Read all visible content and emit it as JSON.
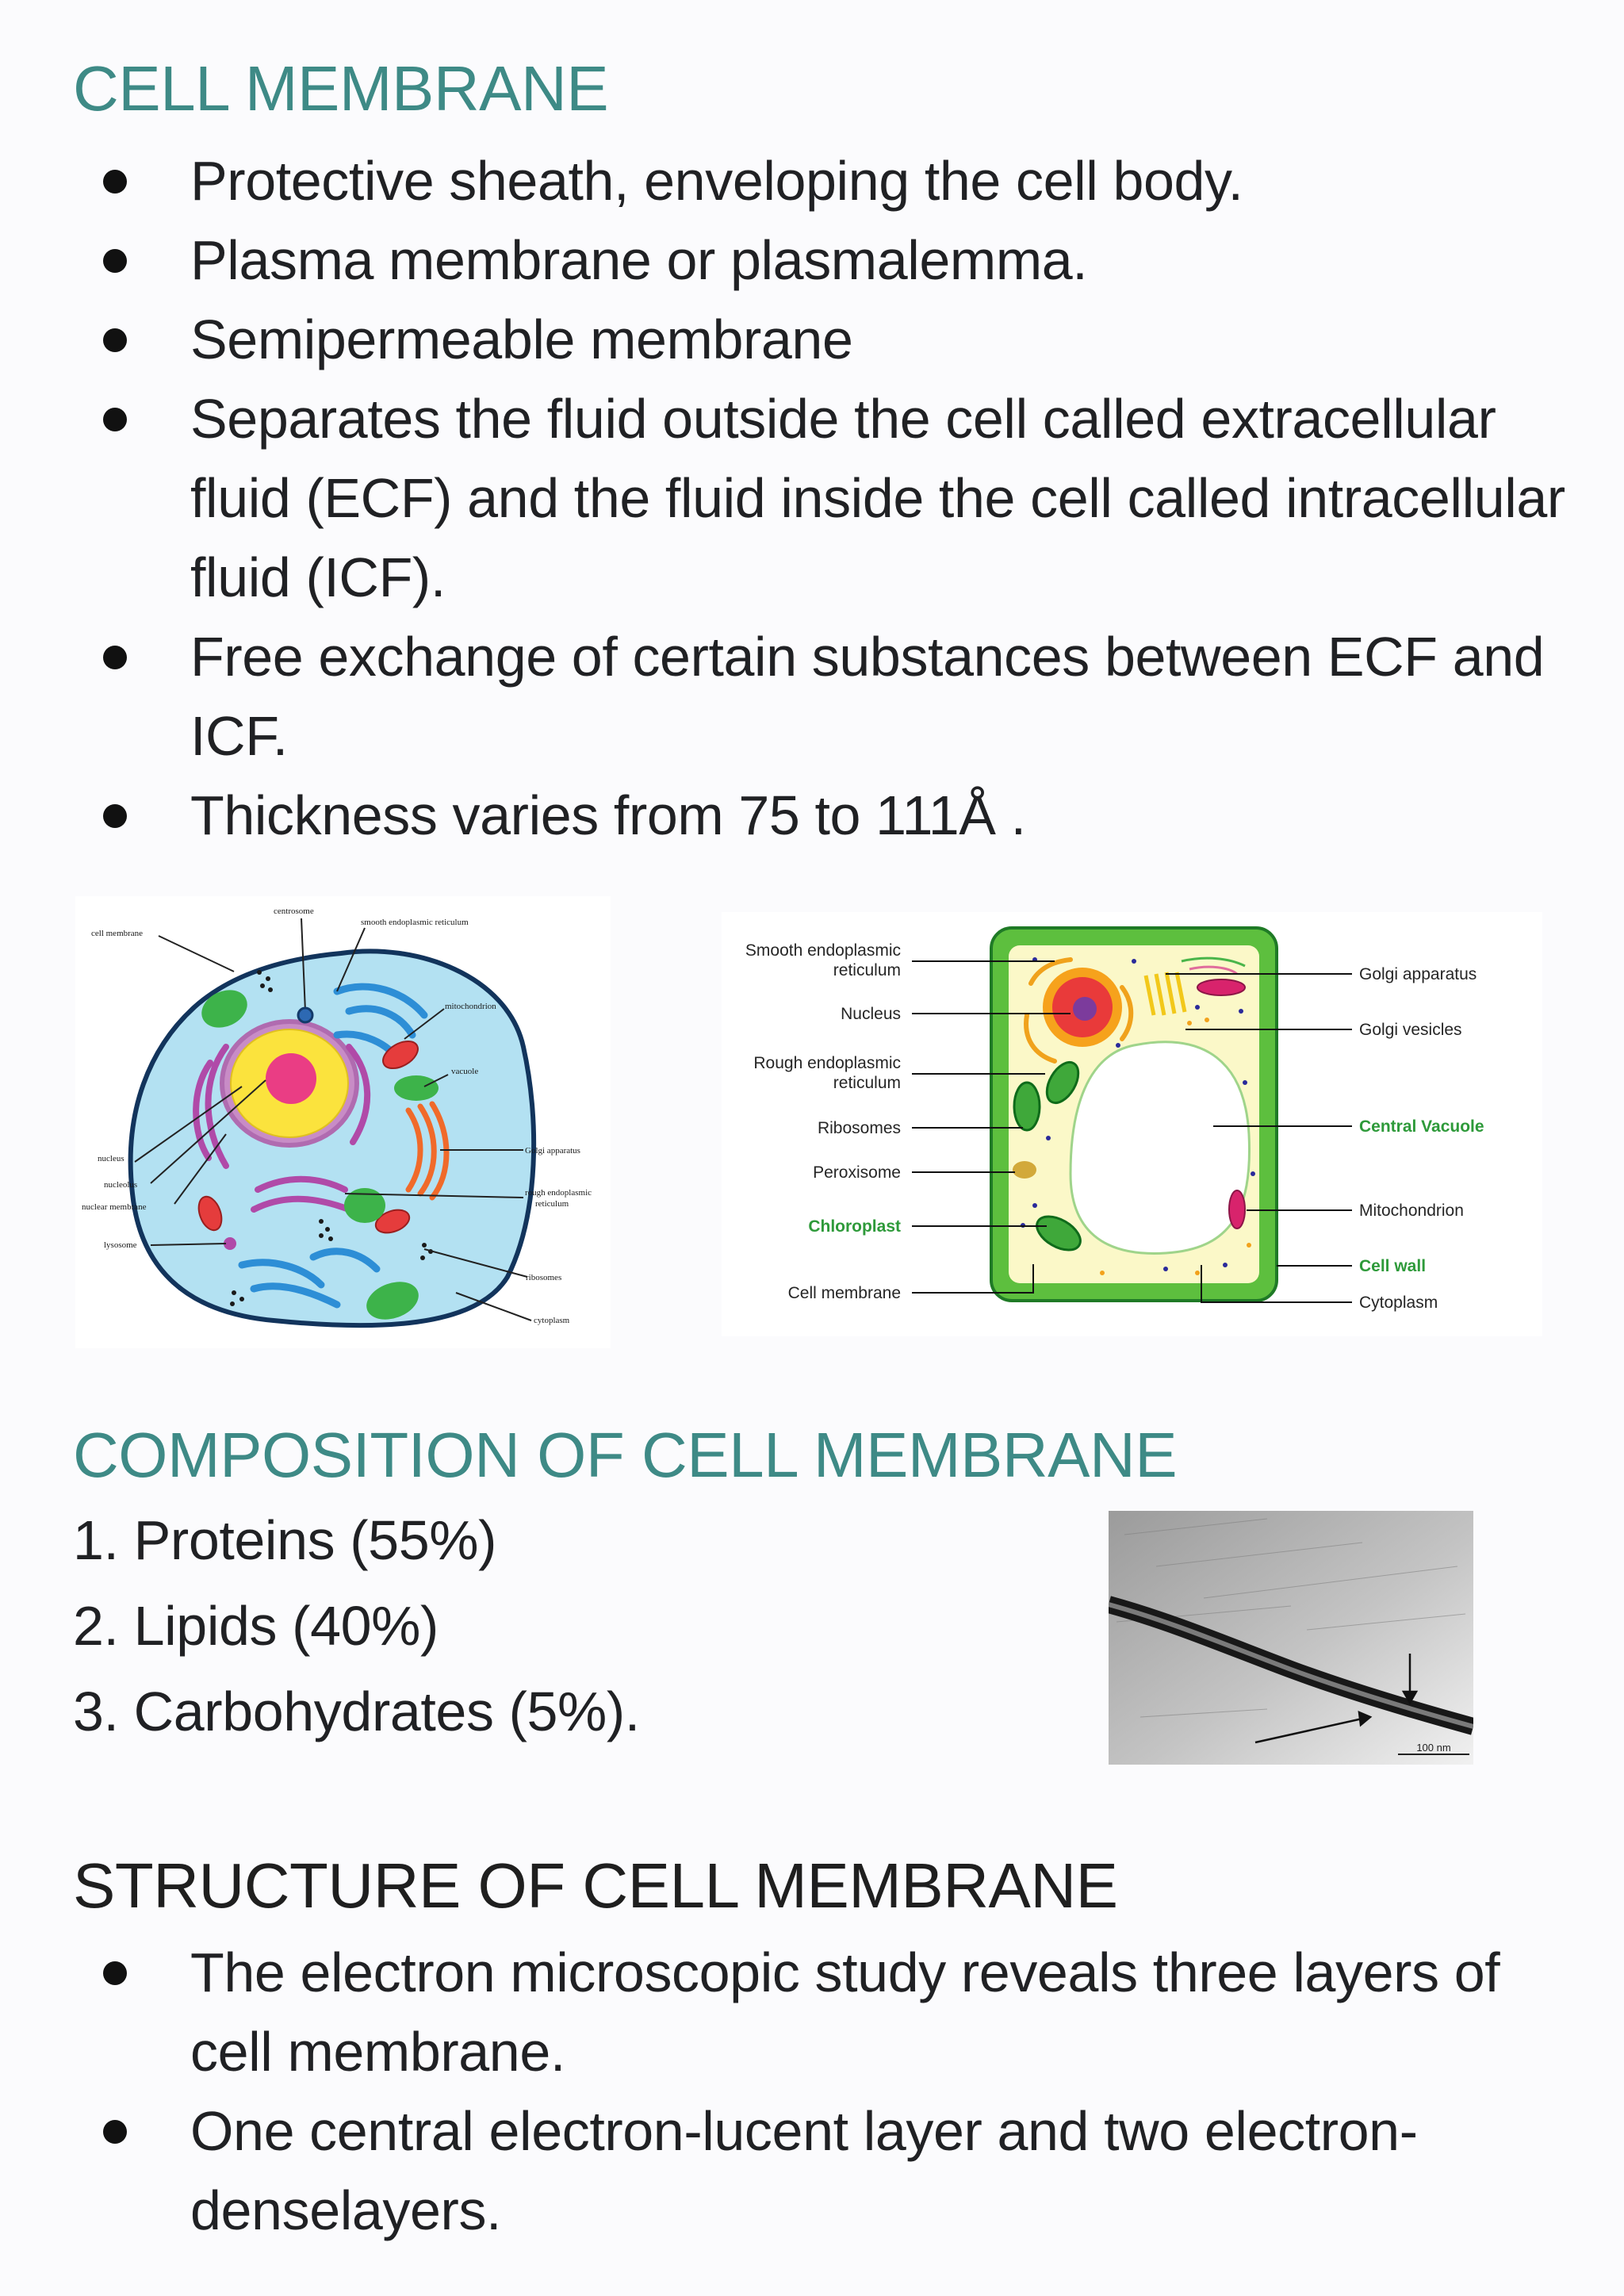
{
  "section1": {
    "heading": "CELL MEMBRANE",
    "bullets": [
      "Protective sheath, enveloping the cell body.",
      "Plasma membrane or plasmalemma.",
      "Semipermeable membrane",
      "Separates the fluid outside the cell called extracellular fluid (ECF) and the fluid inside the cell called intracellular fluid (ICF).",
      "Free exchange of certain substances between ECF and ICF.",
      "Thickness varies from 75 to 111Å ."
    ]
  },
  "animal_cell": {
    "labels": {
      "centrosome": "centrosome",
      "cell_membrane": "cell membrane",
      "smooth_er": "smooth endoplasmic reticulum",
      "mitochondrion": "mitochondrion",
      "vacuole": "vacuole",
      "golgi": "Golgi apparatus",
      "rough_er_1": "rough endoplasmic",
      "rough_er_2": "reticulum",
      "ribosomes": "ribosomes",
      "cytoplasm": "cytoplasm",
      "nucleus": "nucleus",
      "nucleolus": "nucleolus",
      "nuclear_membrane": "nuclear membrane",
      "lysosome": "lysosome"
    }
  },
  "plant_cell": {
    "labels": {
      "smooth_er_1": "Smooth endoplasmic",
      "smooth_er_2": "reticulum",
      "nucleus": "Nucleus",
      "rough_er_1": "Rough endoplasmic",
      "rough_er_2": "reticulum",
      "ribosomes": "Ribosomes",
      "peroxisome": "Peroxisome",
      "chloroplast": "Chloroplast",
      "cell_membrane": "Cell membrane",
      "golgi_apparatus": "Golgi apparatus",
      "golgi_vesicles": "Golgi vesicles",
      "central_vacuole": "Central Vacuole",
      "mitochondrion": "Mitochondrion",
      "cell_wall": "Cell wall",
      "cytoplasm": "Cytoplasm"
    },
    "highlight_color": "#2e9a3a"
  },
  "section2": {
    "heading": "COMPOSITION OF CELL MEMBRANE",
    "items": [
      "1. Proteins (55%)",
      "2. Lipids (40%)",
      "3. Carbohydrates (5%)."
    ]
  },
  "micrograph": {
    "scale_label": "100 nm"
  },
  "section3": {
    "heading": "STRUCTURE OF CELL MEMBRANE",
    "bullets": [
      "The electron microscopic study reveals three layers of cell membrane.",
      "One central electron-lucent layer and two electron-denselayers."
    ]
  },
  "colors": {
    "heading_teal": "#3e8a86",
    "text": "#202124",
    "bullet": "#111111"
  }
}
